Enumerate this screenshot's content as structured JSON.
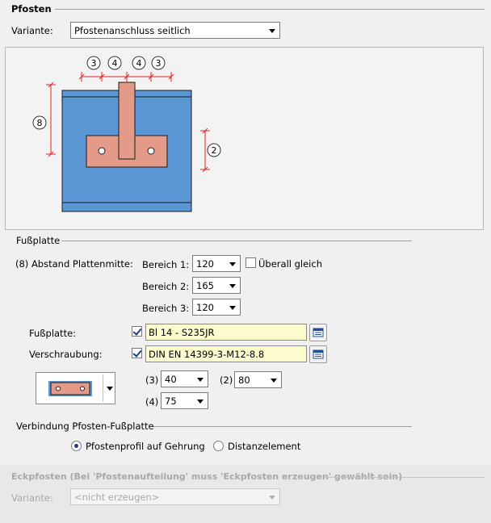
{
  "pfosten": {
    "title": "Pfosten",
    "variante_label": "Variante:",
    "variante_value": "Pfostenanschluss seitlich",
    "diagram": {
      "dims_top": [
        "3",
        "4",
        "4",
        "3"
      ],
      "dim_left": "8",
      "dim_right": "2"
    }
  },
  "fussplatte": {
    "title": "Fußplatte",
    "abstand_label": "(8) Abstand Plattenmitte:",
    "bereiche": [
      {
        "label": "Bereich 1:",
        "value": "120"
      },
      {
        "label": "Bereich 2:",
        "value": "165"
      },
      {
        "label": "Bereich 3:",
        "value": "120"
      }
    ],
    "ueberall_label": "Überall gleich",
    "ueberall_checked": false,
    "fussplatte_label": "Fußplatte:",
    "fussplatte_value": "Bl 14 - S235JR",
    "verschraubung_label": "Verschraubung:",
    "verschraubung_value": "DIN EN 14399-3-M12-8.8",
    "dim3_label": "(3)",
    "dim3_value": "40",
    "dim2_label": "(2)",
    "dim2_value": "80",
    "dim4_label": "(4)",
    "dim4_value": "75"
  },
  "verbindung": {
    "title": "Verbindung Pfosten-Fußplatte",
    "option1": "Pfostenprofil auf Gehrung",
    "option2": "Distanzelement",
    "selected": "option1"
  },
  "eckpfosten": {
    "title": "Eckpfosten (Bei 'Pfostenaufteilung' muss 'Eckpfosten erzeugen' gewählt sein)",
    "variante_label": "Variante:",
    "variante_value": "<nicht erzeugen>"
  },
  "colors": {
    "beam": "#5b97d4",
    "plate": "#e39a88",
    "dim": "#e0202a"
  }
}
